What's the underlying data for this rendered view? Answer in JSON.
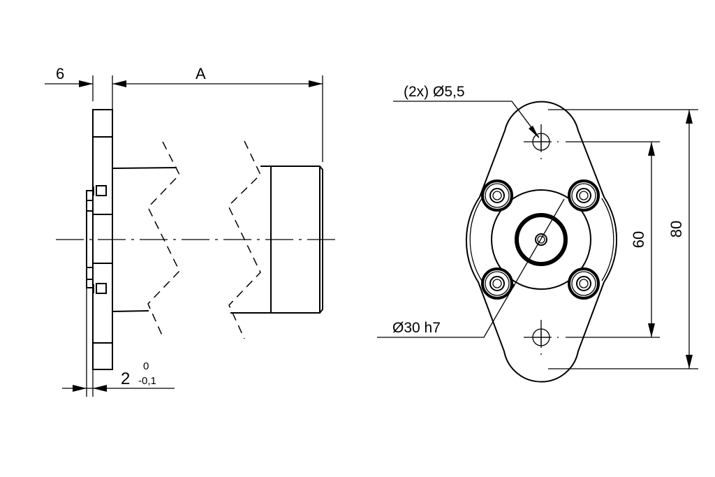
{
  "side_view": {
    "dim_flange": "6",
    "dim_length": "A",
    "dim_step_value": "2",
    "dim_step_tol_upper": "0",
    "dim_step_tol_lower": "-0,1"
  },
  "front_view": {
    "hole_callout": "(2x) Ø5,5",
    "shaft_callout": "Ø30 h7",
    "dim_hole_spacing": "60",
    "dim_overall_height": "80"
  }
}
